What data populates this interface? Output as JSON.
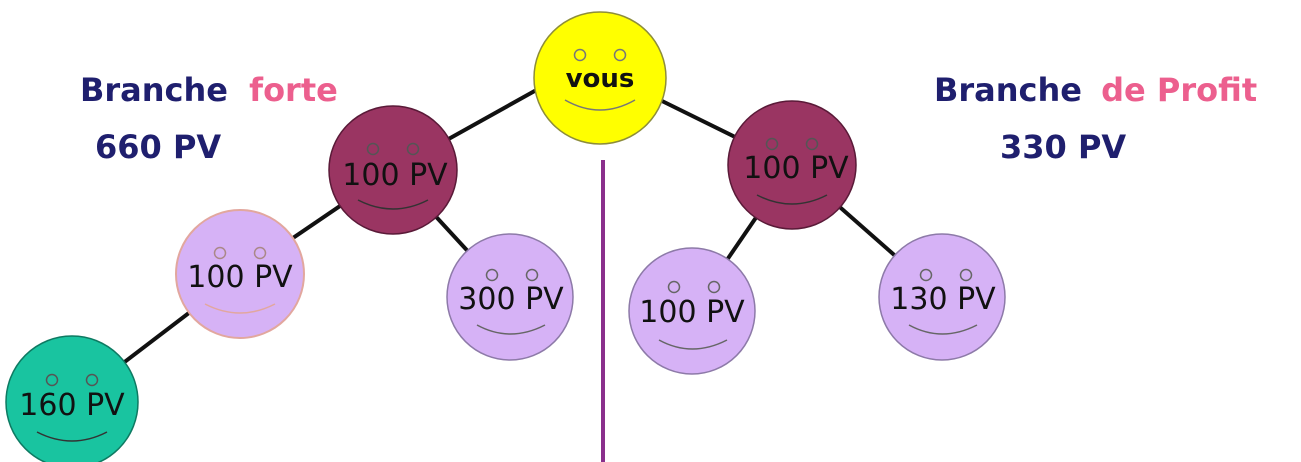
{
  "colors": {
    "navy": "#1f1f6e",
    "pink": "#ec5f8e",
    "yellow": "#ffff00",
    "plum": "#9a3562",
    "lavender": "#d6b2f6",
    "teal": "#19c4a0",
    "divider": "#8a2f8c",
    "line": "#111111"
  },
  "left_branch": {
    "word": "Branche",
    "highlight": "forte",
    "pv": "660 PV"
  },
  "right_branch": {
    "word": "Branche",
    "highlight": "de Profit",
    "pv": "330 PV"
  },
  "nodes": {
    "root": "vous",
    "left_child": "100 PV",
    "left_left": "100 PV",
    "left_right": "300 PV",
    "left_left_left": "160 PV",
    "right_child": "100 PV",
    "right_left": "100 PV",
    "right_right": "130 PV"
  }
}
